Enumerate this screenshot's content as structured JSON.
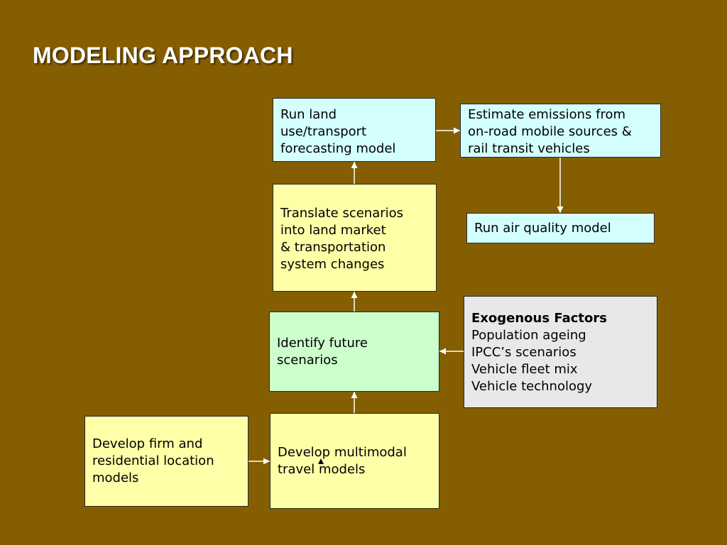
{
  "slide": {
    "title": "MODELING APPROACH",
    "background_color": "#845E00"
  },
  "nodes": {
    "run_land_use": {
      "lines": [
        "Run land",
        "use/transport",
        "forecasting model"
      ]
    },
    "estimate_emissions": {
      "lines": [
        "Estimate emissions from",
        "on-road mobile sources &",
        "rail transit vehicles"
      ]
    },
    "run_air_quality": {
      "lines": [
        "Run air quality model"
      ]
    },
    "translate_scenarios": {
      "lines": [
        "Translate scenarios",
        "into land market",
        "& transportation",
        "system changes"
      ]
    },
    "identify_scenarios": {
      "lines": [
        "Identify future",
        "scenarios"
      ]
    },
    "exogenous_factors": {
      "heading": "Exogenous Factors",
      "lines": [
        "Population ageing",
        "IPCC’s scenarios",
        "Vehicle fleet mix",
        "Vehicle technology"
      ]
    },
    "develop_location": {
      "lines": [
        "Develop firm and",
        "residential location",
        "models"
      ]
    },
    "develop_travel": {
      "lines": [
        "Develop multimodal",
        "travel models"
      ]
    }
  },
  "colors": {
    "yellow_box": "#FFFFA8",
    "cyan_box": "#D4FFFF",
    "green_box": "#CCFFCC",
    "gray_box": "#E8E8E8",
    "arrow": "#FFFFFF"
  }
}
